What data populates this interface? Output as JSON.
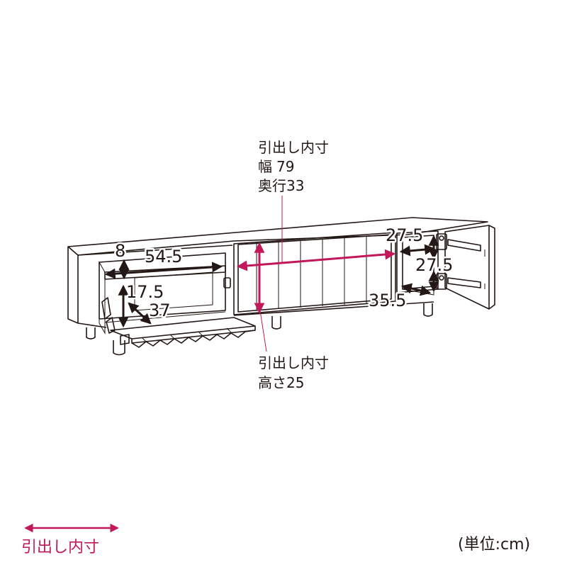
{
  "diagram": {
    "subject": "TV cabinet interior dimensions",
    "callout_top": {
      "title": "引出し内寸",
      "width_label": "幅",
      "width_value": "79",
      "depth_label": "奥行",
      "depth_value": "33"
    },
    "callout_bottom": {
      "title": "引出し内寸",
      "height_label": "高さ",
      "height_value": "25"
    },
    "left_compartment": {
      "shelf_gap": "8",
      "inner_width": "54.5",
      "inner_height": "17.5",
      "inner_depth": "37"
    },
    "right_compartment": {
      "inner_width": "27.5",
      "inner_height": "27.5",
      "inner_depth": "35.5"
    },
    "legend": {
      "label": "引出し内寸",
      "color": "#c2185b"
    },
    "unit_label": "(単位:cm)",
    "colors": {
      "line": "#231815",
      "drawer_dimension": "#c2185b",
      "background": "#ffffff"
    }
  }
}
